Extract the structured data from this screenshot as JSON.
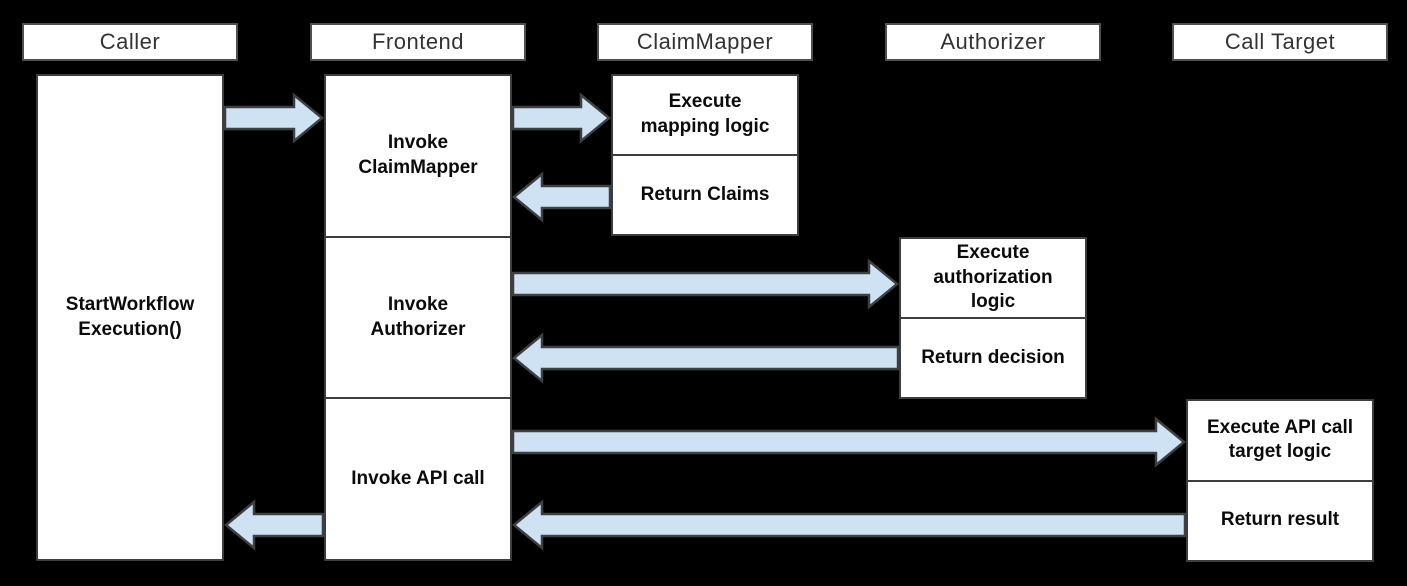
{
  "diagram_type": "sequence-workflow-diagram",
  "colors": {
    "background": "#000000",
    "box_fill": "#ffffff",
    "box_border": "#3d3d3d",
    "header_border": "#4f4f4f",
    "header_text": "#333333",
    "body_text": "#0b0b0b",
    "arrow_fill": "#cfe2f3",
    "arrow_outline": "#3d4043"
  },
  "actors": [
    {
      "name": "Caller"
    },
    {
      "name": "Frontend"
    },
    {
      "name": "ClaimMapper"
    },
    {
      "name": "Authorizer"
    },
    {
      "name": "Call Target"
    }
  ],
  "boxes": {
    "caller_activation": "StartWorkflow\nExecution()",
    "frontend_invoke_claimmapper": "Invoke\nClaimMapper",
    "frontend_invoke_authorizer": "Invoke\nAuthorizer",
    "frontend_invoke_api_call": "Invoke API call",
    "claimmapper_execute": "Execute\nmapping logic",
    "claimmapper_return": "Return Claims",
    "authorizer_execute": "Execute\nauthorization\nlogic",
    "authorizer_return": "Return decision",
    "calltarget_execute": "Execute API call\ntarget logic",
    "calltarget_return": "Return result"
  },
  "arrows": [
    {
      "name": "arrow-caller-to-frontend",
      "direction": "right",
      "from": "Caller",
      "to": "Frontend"
    },
    {
      "name": "arrow-frontend-to-claimmapper",
      "direction": "right",
      "from": "Frontend",
      "to": "ClaimMapper"
    },
    {
      "name": "arrow-claimmapper-to-frontend",
      "direction": "left",
      "from": "ClaimMapper",
      "to": "Frontend"
    },
    {
      "name": "arrow-frontend-to-authorizer",
      "direction": "right",
      "from": "Frontend",
      "to": "Authorizer"
    },
    {
      "name": "arrow-authorizer-to-frontend",
      "direction": "left",
      "from": "Authorizer",
      "to": "Frontend"
    },
    {
      "name": "arrow-frontend-to-calltarget",
      "direction": "right",
      "from": "Frontend",
      "to": "Call Target"
    },
    {
      "name": "arrow-calltarget-to-frontend",
      "direction": "left",
      "from": "Call Target",
      "to": "Frontend"
    },
    {
      "name": "arrow-frontend-to-caller",
      "direction": "left",
      "from": "Frontend",
      "to": "Caller"
    }
  ]
}
